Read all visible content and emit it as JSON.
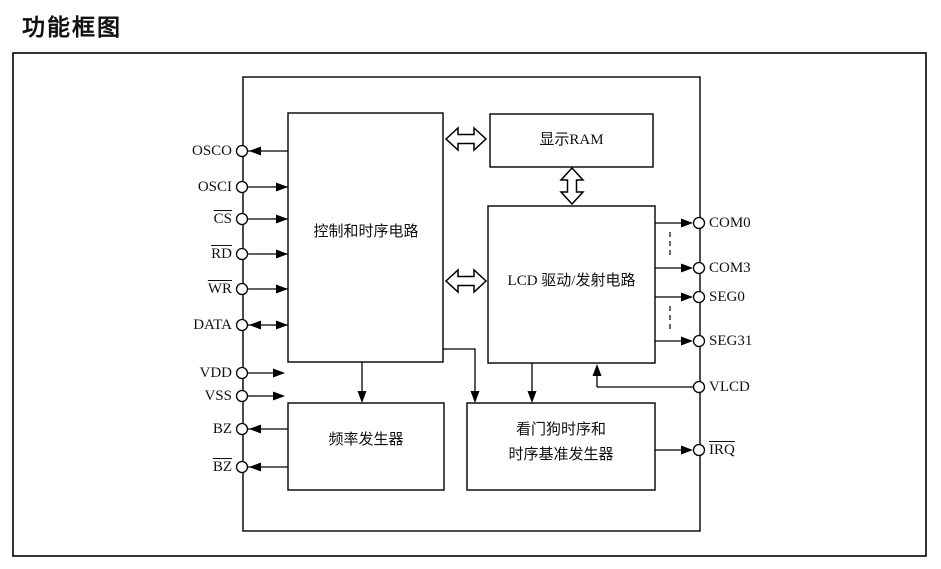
{
  "title": "功能框图",
  "colors": {
    "line": "#000000",
    "background": "#ffffff"
  },
  "blocks": {
    "control": {
      "label": "控制和时序电路"
    },
    "display_ram": {
      "label": "显示RAM"
    },
    "lcd_driver": {
      "label": "LCD 驱动/发射电路"
    },
    "freq_gen": {
      "label": "频率发生器"
    },
    "watchdog": {
      "label_line1": "看门狗时序和",
      "label_line2": "时序基准发生器"
    }
  },
  "pins": {
    "left": [
      {
        "label": "OSCO",
        "overline": false,
        "direction": "out"
      },
      {
        "label": "OSCI",
        "overline": false,
        "direction": "in"
      },
      {
        "label": "CS",
        "overline": true,
        "direction": "in"
      },
      {
        "label": "RD",
        "overline": true,
        "direction": "in"
      },
      {
        "label": "WR",
        "overline": true,
        "direction": "in"
      },
      {
        "label": "DATA",
        "overline": false,
        "direction": "bidirectional"
      },
      {
        "label": "VDD",
        "overline": false,
        "direction": "in"
      },
      {
        "label": "VSS",
        "overline": false,
        "direction": "in"
      },
      {
        "label": "BZ",
        "overline": false,
        "direction": "out"
      },
      {
        "label": "BZ",
        "overline": true,
        "direction": "out"
      }
    ],
    "right": [
      {
        "label": "COM0",
        "overline": false,
        "direction": "out"
      },
      {
        "label": "COM3",
        "overline": false,
        "direction": "out"
      },
      {
        "label": "SEG0",
        "overline": false,
        "direction": "out"
      },
      {
        "label": "SEG31",
        "overline": false,
        "direction": "out"
      },
      {
        "label": "VLCD",
        "overline": false,
        "direction": "in"
      },
      {
        "label": "IRQ",
        "overline": true,
        "direction": "out"
      }
    ]
  },
  "connections": {
    "control_ram": "bidirectional",
    "control_lcd": "bidirectional",
    "ram_lcd": "bidirectional",
    "control_freq_gen": "down",
    "control_watchdog": "down",
    "lcd_watchdog": "down",
    "vlcd_lcd": "up"
  }
}
